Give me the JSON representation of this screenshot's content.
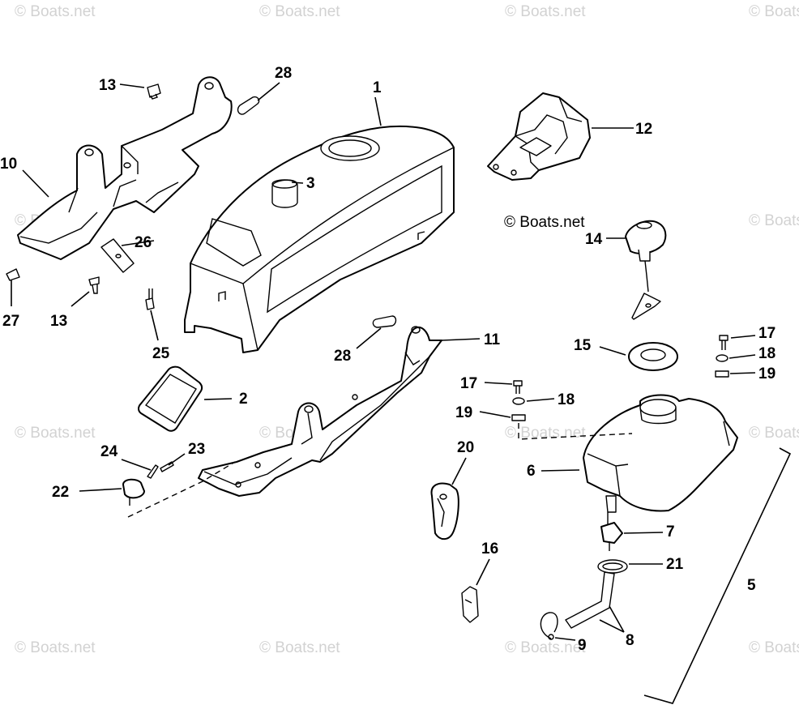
{
  "watermark": "© Boats.net",
  "copyright": "© Boats.net",
  "callouts": [
    "1",
    "2",
    "3",
    "5",
    "6",
    "7",
    "8",
    "9",
    "10",
    "11",
    "12",
    "13",
    "13",
    "14",
    "15",
    "16",
    "17",
    "17",
    "18",
    "18",
    "19",
    "19",
    "20",
    "21",
    "22",
    "23",
    "24",
    "25",
    "26",
    "27",
    "28",
    "28"
  ]
}
